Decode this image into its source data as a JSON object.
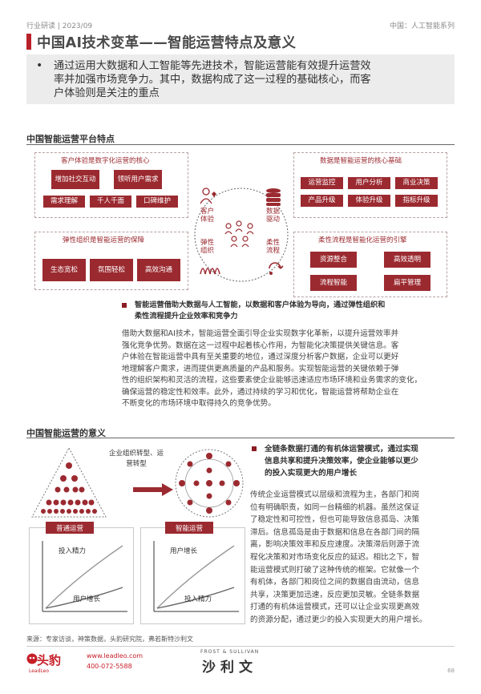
{
  "header": {
    "left": "行业研读 | 2023/09",
    "right": "中国：人工智能系列"
  },
  "title": "中国AI技术变革——智能运营特点及意义",
  "intro": {
    "bullet": "•",
    "lines": [
      "通过运用大数据和人工智能等先进技术，智能运营能有效提升运营效",
      "率并加强市场竞争力。其中，数据构成了这一过程的基础核心，而客",
      "户体验则是关注的重点"
    ]
  },
  "section1": {
    "title": "中国智能运营平台特点",
    "box_customer": {
      "head": "客户体验是数字化运营的核心",
      "items": [
        "增加社交互动",
        "领听用户需求",
        "需求理解",
        "千人千面",
        "口碑维护"
      ]
    },
    "box_data": {
      "head": "数据是智能运营的核心基础",
      "items": [
        "运营监控",
        "用户分析",
        "商业决策",
        "产品升级",
        "体验升级",
        "指标升级"
      ]
    },
    "box_elastic": {
      "head": "弹性组织是智能运营的保障",
      "items": [
        "生态宽松",
        "氛围轻松",
        "高效沟通"
      ]
    },
    "box_flexible": {
      "head": "柔性流程是智能化运营的引擎",
      "items": [
        "资源整合",
        "高效透明",
        "流程智能",
        "扁平管理"
      ]
    },
    "circle": {
      "customer": "客户\n体验",
      "data": "数据\n驱动",
      "elastic": "弹性\n组织",
      "flexible": "柔性\n流程"
    },
    "note": [
      "智能运营借助大数据与人工智能，以数据和客户体验为导向，通过弹性组织和",
      "柔性流程提升企业效率和竞争力"
    ],
    "paragraph": [
      "借助大数据和AI技术，智能运营全面引导企业实现数字化革新，以提升运营效率并",
      "强化竞争优势。数据在这一过程中起着核心作用，为智能化决策提供关键信息。客",
      "户体验在智能运营中具有至关重要的地位，通过深度分析客户数据，企业可以更好",
      "地理解客户需求，进而提供更高质量的产品和服务。实现智能运营的关键依赖于弹",
      "性的组织架构和灵活的流程，这些要素使企业能够迅速适应市场环境和业务需求的变化，",
      "确保运营的稳定性和效率。此外，通过持续的学习和优化，智能运营将帮助企业在",
      "不断变化的市场环境中取得持久的竞争优势。"
    ]
  },
  "section2": {
    "title": "中国智能运营的意义",
    "transform_label": "企业组织转型、运\n营转型",
    "chart_left": {
      "tag": "普通运营",
      "lbl1": "投入精力",
      "lbl2": "用户增长"
    },
    "chart_right": {
      "tag": "智能运营",
      "lbl1": "用户增长",
      "lbl2": "投入精力"
    },
    "note": [
      "全链条数据打通的有机体运营模式，通过实现",
      "信息共享和提升决策效率，使企业能够以更少",
      "的投入实现更大的用户增长"
    ],
    "paragraph": [
      "传统企业运营模式以层级和流程为主，各部门和岗",
      "位有明确职责，如同一台精细的机器。虽然这保证",
      "了稳定性和可控性，但也可能导致信息孤岛、决策",
      "滞后。信息孤岛是由于数据和信息在各部门间的隔",
      "离，影响决策效率和反应速度。决策滞后则源于流",
      "程化决策和对市场变化反应的延迟。相比之下，智",
      "能运营模式则打破了这种传统的框架。它就像一个",
      "有机体，各部门和岗位之间的数据自由流动，信息",
      "共享，决策更加迅速，反应更加灵敏。全链条数据",
      "打通的有机体运营模式，还可以让企业实现更高效",
      "的资源分配，通过更少的投入实现更大的用户增长。"
    ]
  },
  "source": "来源：专家访谈，神策数据，头豹研究院，弗若斯特沙利文",
  "footer": {
    "logo": "头豹",
    "logo_sub": "LeadLeo",
    "web": "www.leadleo.com",
    "phone": "400-072-5588",
    "fs_top": "FROST & SULLIVAN",
    "fs_main": "沙利文",
    "page": "68"
  },
  "colors": {
    "accent": "#9b2a30",
    "title_bar": "#b8202a",
    "intro_bg": "#ececec"
  }
}
